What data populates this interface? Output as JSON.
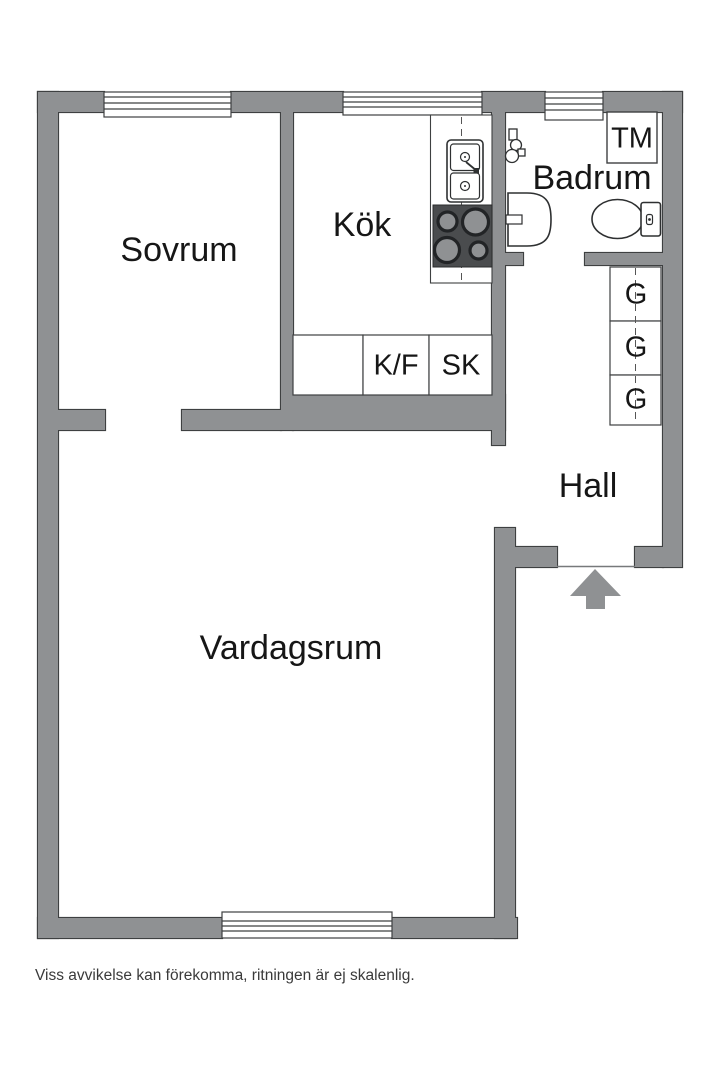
{
  "floorplan": {
    "rooms": {
      "sovrum": {
        "label": "Sovrum"
      },
      "kok": {
        "label": "Kök"
      },
      "badrum": {
        "label": "Badrum"
      },
      "hall": {
        "label": "Hall"
      },
      "vardagsrum": {
        "label": "Vardagsrum"
      }
    },
    "fixtures": {
      "tm": {
        "label": "TM"
      },
      "kf": {
        "label": "K/F"
      },
      "sk": {
        "label": "SK"
      },
      "g1": {
        "label": "G"
      },
      "g2": {
        "label": "G"
      },
      "g3": {
        "label": "G"
      }
    },
    "entry_arrow": "up",
    "colors": {
      "wall": "#8f9193",
      "wall_outline": "#3e4041",
      "fixture_outline": "#2e3031",
      "stove_body": "#4a4c4e",
      "label_text": "#161616",
      "footer_text": "#3a3a3a",
      "background": "#ffffff"
    },
    "footer_note": "Viss avvikelse kan förekomma, ritningen är ej skalenlig."
  }
}
